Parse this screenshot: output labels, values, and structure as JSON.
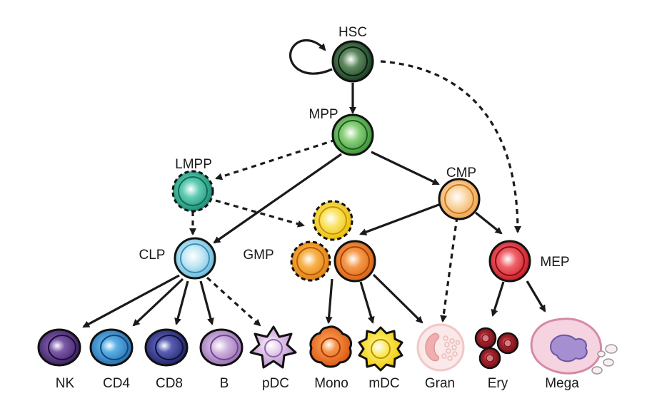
{
  "diagram": {
    "progenitors": {
      "hsc": "HSC",
      "mpp": "MPP",
      "lmpp": "LMPP",
      "cmp": "CMP",
      "clp": "CLP",
      "gmp": "GMP",
      "mep": "MEP"
    },
    "mature_cells": {
      "nk": "NK",
      "cd4": "CD4",
      "cd8": "CD8",
      "b": "B",
      "pdc": "pDC",
      "mono": "Mono",
      "mdc": "mDC",
      "gran": "Gran",
      "ery": "Ery",
      "mega": "Mega"
    },
    "colors": {
      "hsc": "#1f4a24",
      "mpp": "#5fb84f",
      "lmpp": "#2bb59a",
      "clp": "#9fd8ec",
      "cmp": "#f7c07a",
      "gmp_top": "#f6d21f",
      "gmp_left": "#f39a1c",
      "gmp": "#ef7a1e",
      "mep": "#e4232c",
      "nk": "#4a2a7a",
      "cd4": "#2c84c8",
      "cd8": "#2b2f7e",
      "b": "#b08ac6",
      "pdc": "#c9a3d6",
      "mono": "#ef6a1e",
      "mdc": "#f6d91c",
      "gran": "#f3b4b4",
      "ery": "#8e1a22",
      "mega": "#efbcd0"
    }
  }
}
